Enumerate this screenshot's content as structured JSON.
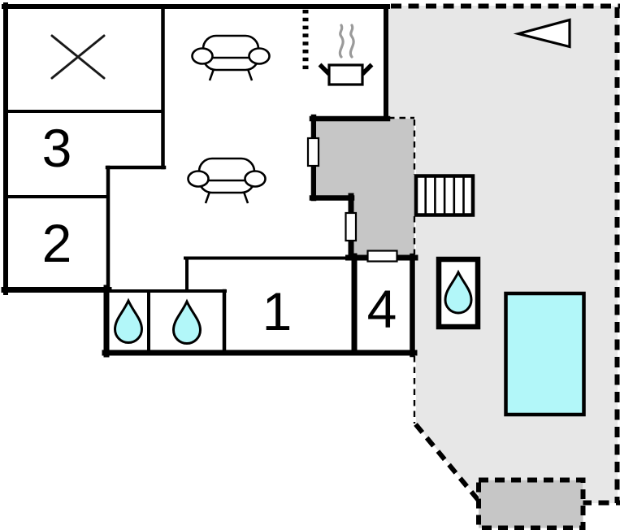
{
  "page": {
    "type": "holiday-home floor plan"
  },
  "rooms": [
    {
      "name": "room-3",
      "label": "3"
    },
    {
      "name": "room-2",
      "label": "2"
    },
    {
      "name": "room-1",
      "label": "1"
    },
    {
      "name": "room-4",
      "label": "4"
    }
  ],
  "features": {
    "sofa_count": 2,
    "water_drop_count": 3,
    "stair_treads": 6,
    "has_pool": true,
    "has_stove": true,
    "crossed_room": "top-left room marked with X",
    "orientation_marker": "triangle pointing left"
  },
  "colors": {
    "wall": "#000000",
    "terrace": "#e7e7e7",
    "entrance": "#c6c6c6",
    "water": "#b2f7f9",
    "steam": "#9a9a9a",
    "background": "#ffffff"
  }
}
